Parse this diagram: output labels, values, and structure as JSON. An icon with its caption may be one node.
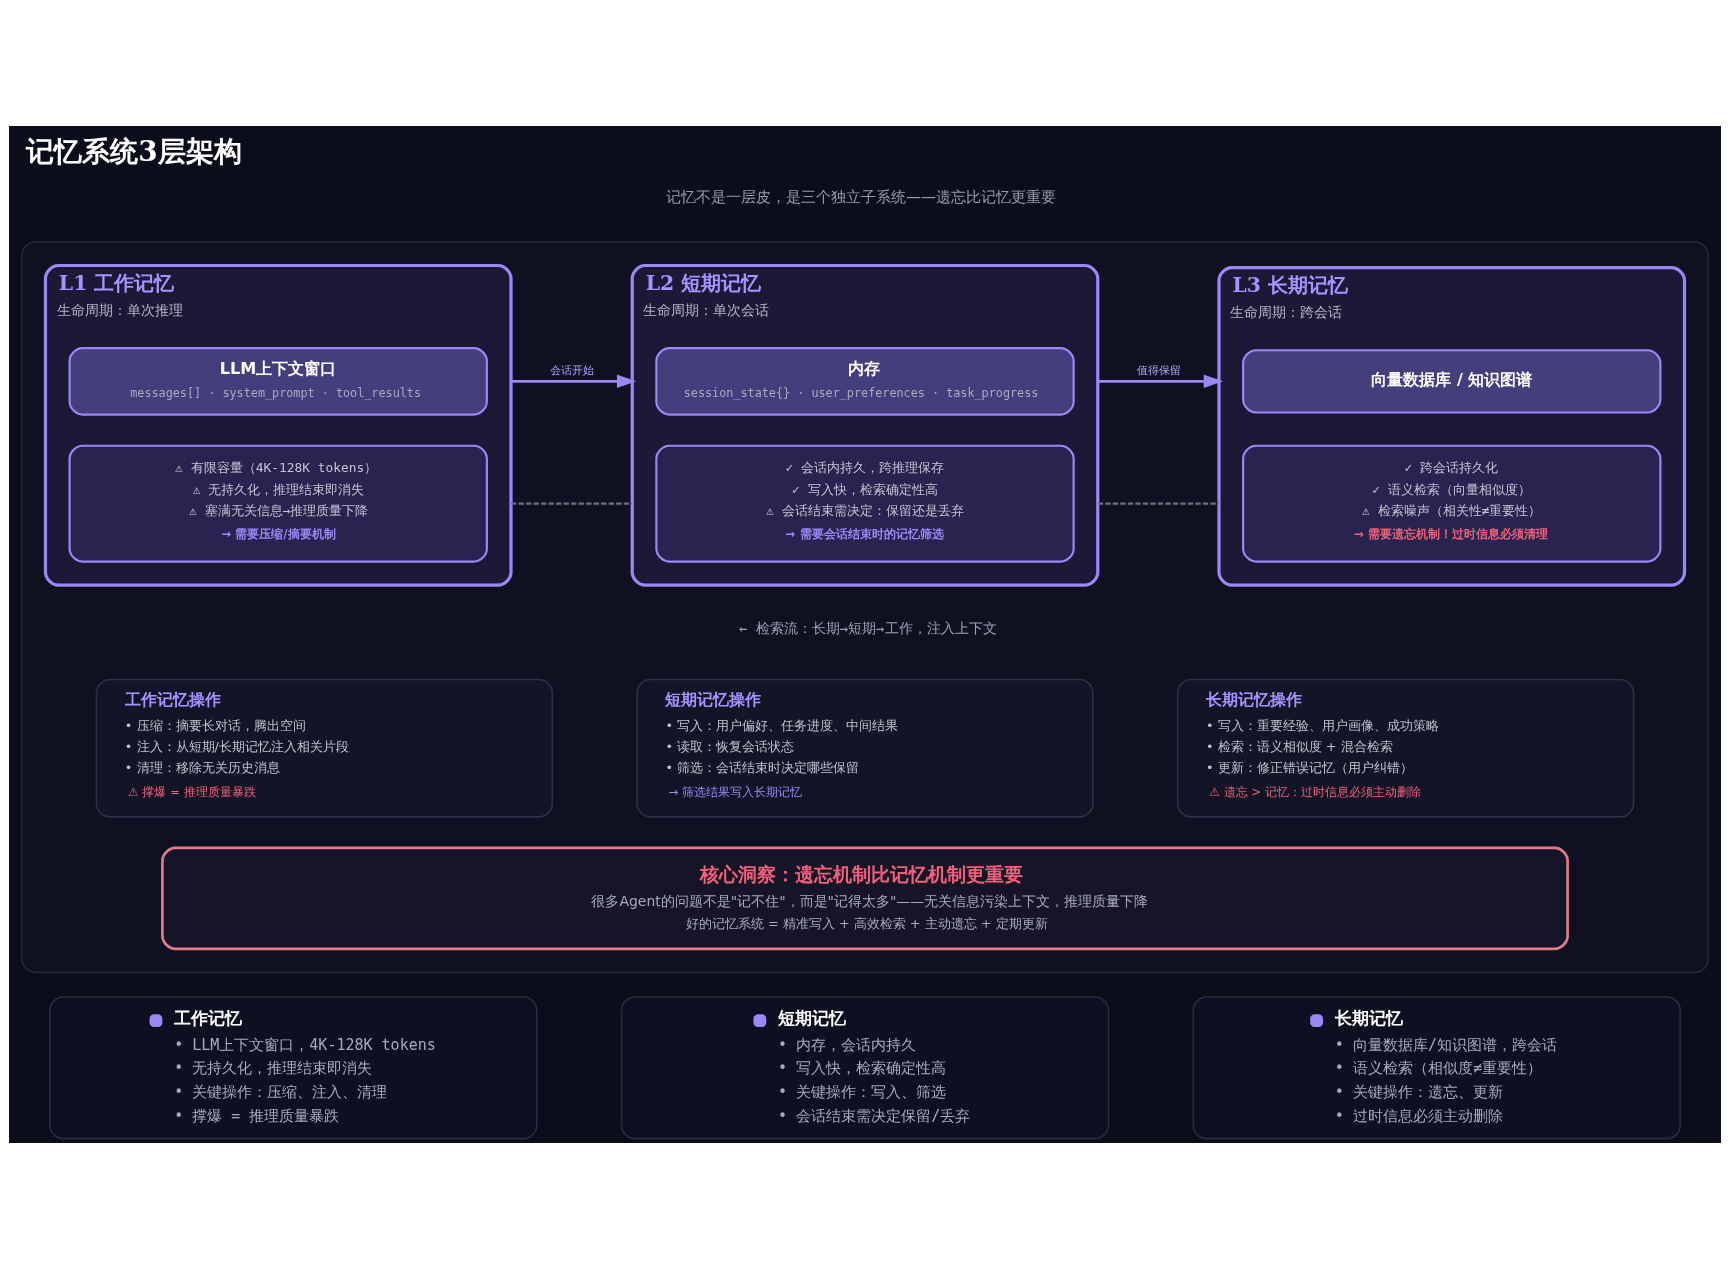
{
  "diagram": {
    "title": "记忆系统3层架构",
    "nodes": [
      {
        "text": [],
        "shape": "box"
      },
      {
        "text": [
          "L1 工作记忆",
          "生命周期：单次推理"
        ],
        "in": 0
      },
      {
        "text": [
          "LLM上下文窗口",
          "messages[] · system_prompt · tool_results"
        ],
        "in": 1
      },
      {
        "text": [
          "⚠ 有限容量（4K-128K tokens）",
          "⚠ 无持久化，推理结束即消失",
          "⚠ 塞满无关信息→推理质量下降",
          "→ 需要压缩/摘要机制"
        ],
        "in": 1
      },
      {
        "text": [
          "L2 短期记忆",
          "生命周期：单次会话"
        ],
        "in": 0
      },
      {
        "text": [
          "内存",
          "session_state{} · user_preferences · task_progress"
        ],
        "in": 4
      },
      {
        "text": [
          "✓ 会话内持久，跨推理保存",
          "✓ 写入快，检索确定性高",
          "⚠ 会话结束需决定：保留还是丢弃",
          "→ 需要会话结束时的记忆筛选"
        ],
        "in": 4
      },
      {
        "text": [
          "L3 长期记忆",
          "生命周期：跨会话"
        ],
        "in": 0
      },
      {
        "text": [
          "向量数据库 / 知识图谱"
        ],
        "in": 7
      },
      {
        "text": [
          "✓ 跨会话持久化",
          "✓ 语义检索（向量相似度）",
          "⚠ 检索噪声（相关性≠重要性）",
          "→ 需要遗忘机制！过时信息必须清理"
        ],
        "in": 7
      },
      {
        "text": [
          "工作记忆操作",
          "• 压缩：摘要长对话，腾出空间",
          "• 注入：从短期/长期记忆注入相关片段",
          "• 清理：移除无关历史消息",
          "⚠ 撑爆 = 推理质量暴跌"
        ],
        "in": 0
      },
      {
        "text": [
          "短期记忆操作",
          "• 写入：用户偏好、任务进度、中间结果",
          "• 读取：恢复会话状态",
          "• 筛选：会话结束时决定哪些保留",
          "→ 筛选结果写入长期记忆"
        ],
        "in": 0
      },
      {
        "text": [
          "长期记忆操作",
          "• 写入：重要经验、用户画像、成功策略",
          "• 检索：语义相似度 + 混合检索",
          "• 更新：修正错误记忆（用户纠错）",
          "⚠ 遗忘 > 记忆：过时信息必须主动删除"
        ],
        "in": 0
      },
      {
        "text": [
          "核心洞察：遗忘机制比记忆机制更重要",
          "很多Agent的问题不是\"记不住\"，而是\"记得太多\"——无关信息污染上下文，推理质量下降",
          "好的记忆系统 = 精准写入 + 高效检索 + 主动遗忘 + 定期更新"
        ],
        "in": 0
      },
      {
        "text": [
          "工作记忆",
          "• LLM上下文窗口，4K-128K tokens",
          "• 无持久化，推理结束即消失",
          "• 关键操作：压缩、注入、清理",
          "• 撑爆 = 推理质量暴跌"
        ]
      },
      {
        "text": [
          "短期记忆",
          "• 内存，会话内持久",
          "• 写入快，检索确定性高",
          "• 关键操作：写入、筛选",
          "• 会话结束需决定保留/丢弃"
        ]
      },
      {
        "text": [
          "长期记忆",
          "• 向量数据库/知识图谱，跨会话",
          "• 语义检索（相似度≠重要性）",
          "• 关键操作：遗忘、更新",
          "• 过时信息必须主动删除"
        ]
      }
    ],
    "edges": [
      {
        "from": 1,
        "to": 4,
        "arrow": "to",
        "label": "会话开始"
      },
      {
        "from": 4,
        "to": 7,
        "arrow": "to",
        "label": "值得保留"
      },
      {
        "from": 1,
        "to": 4,
        "arrow": "none",
        "style": "dashed",
        "color": "#6e6e88"
      },
      {
        "from": 4,
        "to": 7,
        "arrow": "none",
        "style": "dashed",
        "color": "#6e6e88"
      }
    ],
    "labels": [
      "记忆不是一层皮，是三个独立子系统——遗忘比记忆更重要",
      "← 检索流：长期→短期→工作，注入上下文"
    ]
  }
}
